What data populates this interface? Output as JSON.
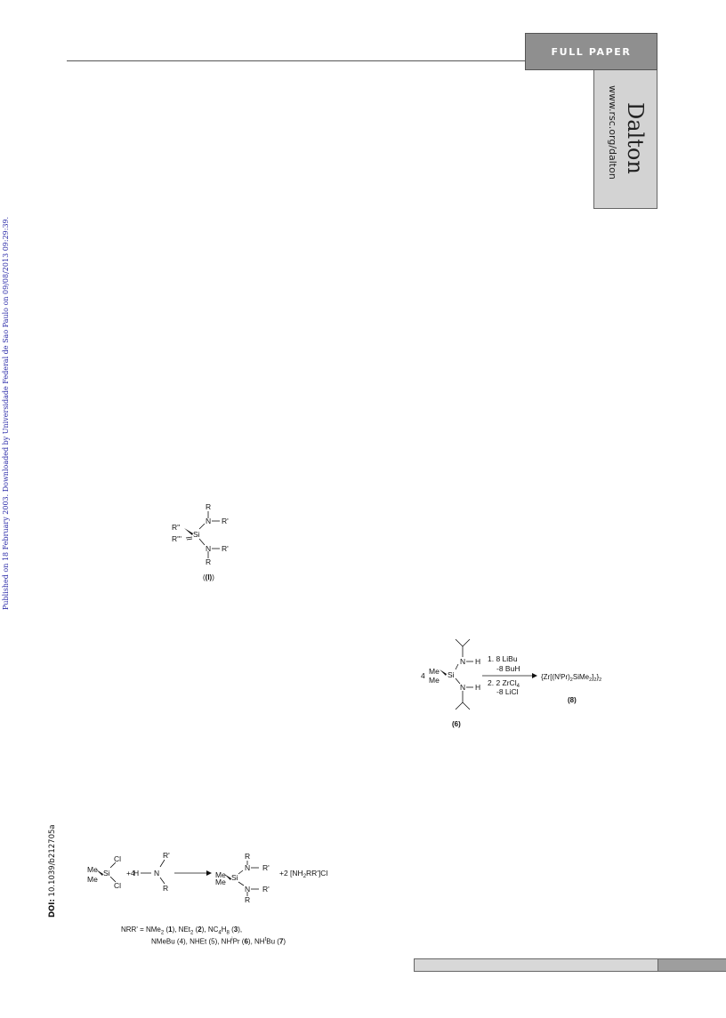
{
  "header": {
    "section_label": "FULL PAPER",
    "journal_title": "Dalton",
    "journal_url": "www.rsc.org/dalton"
  },
  "side_notes": {
    "published_line": "Published on 18 February 2003. Downloaded by Universidade Federal de Sao Paulo on 09/08/2013 09:29:39.",
    "doi_label": "DOI:",
    "doi_value": "10.1039/b212705a"
  },
  "structure_I": {
    "label": "(I)"
  },
  "scheme_1": {
    "reactant_me_top": "Me",
    "reactant_me_bottom": "Me",
    "reagent_coeff": "+4",
    "byproduct": "+2 [NH",
    "substituents_line1": "NRR' = NMe",
    "substituents_line2": "NMeBu (4), NHEt (5), NH",
    "compounds": [
      {
        "text": "NMe2 (1)"
      },
      {
        "text": "NEt2 (2)"
      },
      {
        "text": "NC4H8 (3)"
      },
      {
        "text": "NMeBu (4)"
      },
      {
        "text": "NHEt (5)"
      },
      {
        "text": "NHiPr (6)"
      },
      {
        "text": "NHtBu (7)"
      }
    ]
  },
  "scheme_2": {
    "coefficient": "4",
    "step1_a": "1. 8 LiBu",
    "step1_b": "-8 BuH",
    "step2_a": "2. 2 ZrCl",
    "step2_b": "-8 LiCl",
    "reactant_label": "(6)",
    "product_label": "(8)"
  }
}
